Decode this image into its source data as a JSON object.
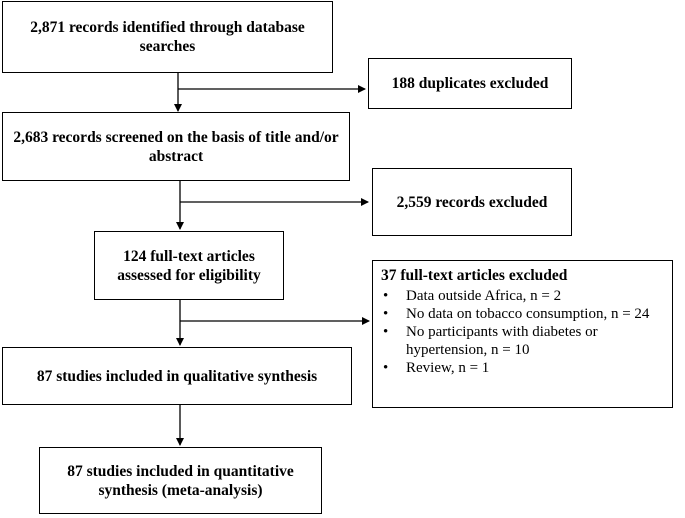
{
  "boxes": {
    "identified": "2,871 records identified through database searches",
    "duplicates": "188 duplicates excluded",
    "screened": "2,683 records screened on the basis of title and/or abstract",
    "records_excluded": "2,559 records excluded",
    "fulltext": "124 full-text articles assessed for eligibility",
    "qualitative": "87 studies included in qualitative synthesis",
    "quantitative": "87 studies included in quantitative synthesis (meta-analysis)"
  },
  "fulltext_excluded": {
    "title": "37 full-text articles excluded",
    "items": [
      "Data outside Africa, n = 2",
      "No data on tobacco consumption, n = 24",
      "No participants with diabetes or hypertension, n = 10",
      "Review, n = 1"
    ]
  }
}
